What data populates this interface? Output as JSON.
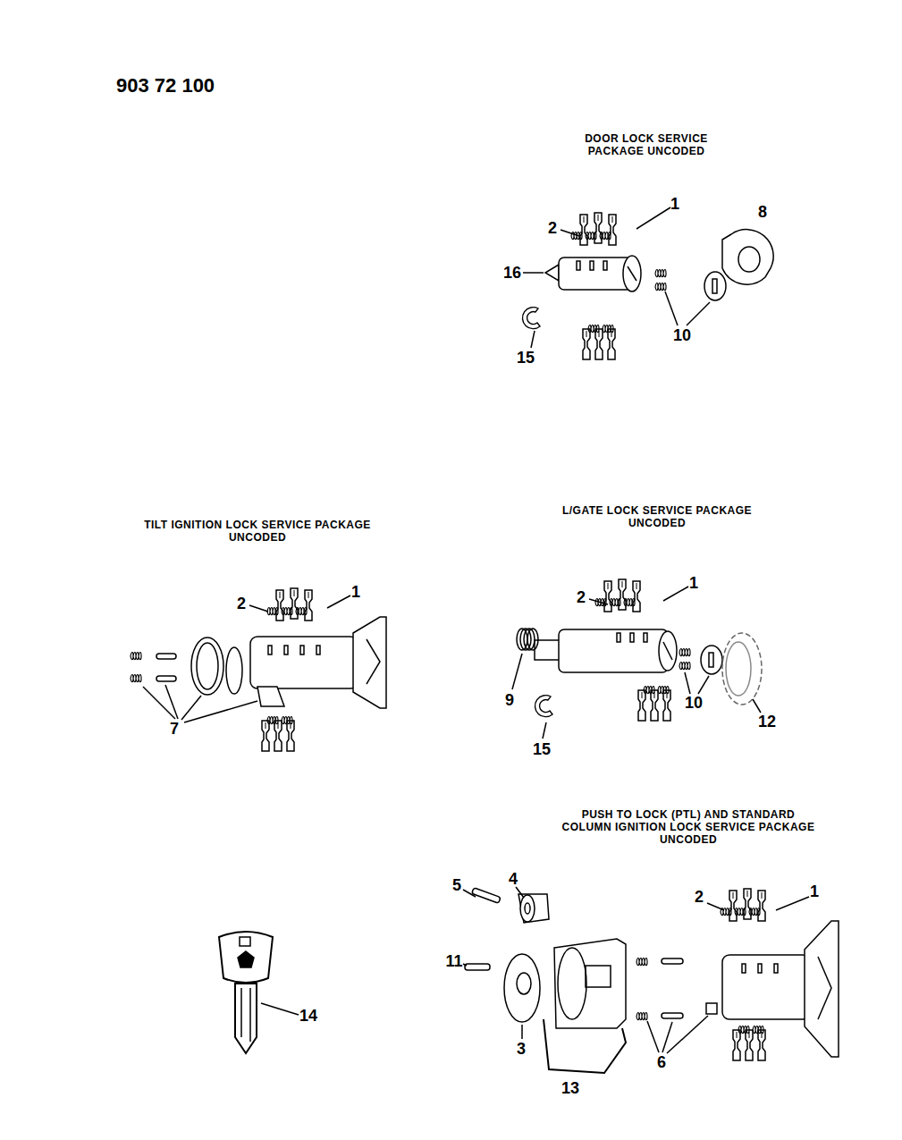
{
  "diagram": {
    "labels": [
      "903 72 100",
      "DOOR LOCK SERVICE PACKAGE UNCODED",
      "1",
      "2",
      "16",
      "10",
      "15",
      "8",
      "TILT IGNITION LOCK SERVICE PACKAGE UNCODED",
      "2",
      "1",
      "7",
      "L/GATE LOCK SERVICE PACKAGE UNCODED",
      "2",
      "1",
      "9",
      "10",
      "12",
      "15",
      "PUSH TO LOCK (PTL) AND STANDARD COLUMN IGNITION LOCK SERVICE PACKAGE UNCODED",
      "5",
      "4",
      "2",
      "1",
      "11",
      "3",
      "6",
      "13",
      "14"
    ]
  }
}
